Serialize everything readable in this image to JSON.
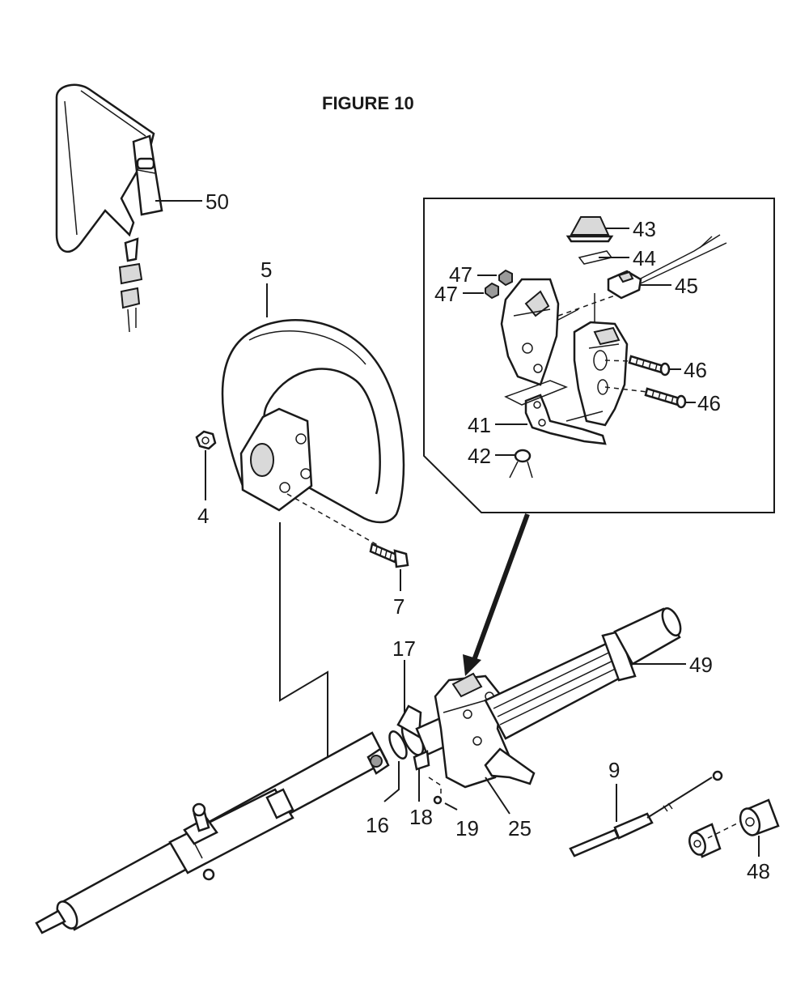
{
  "figure": {
    "title": "FIGURE 10"
  },
  "parts": {
    "p4": "4",
    "p5": "5",
    "p7": "7",
    "p9": "9",
    "p16": "16",
    "p17": "17",
    "p18": "18",
    "p19": "19",
    "p25": "25",
    "p41": "41",
    "p42": "42",
    "p43": "43",
    "p44": "44",
    "p45": "45",
    "p46a": "46",
    "p46b": "46",
    "p47a": "47",
    "p47b": "47",
    "p48": "48",
    "p49": "49",
    "p50": "50"
  }
}
